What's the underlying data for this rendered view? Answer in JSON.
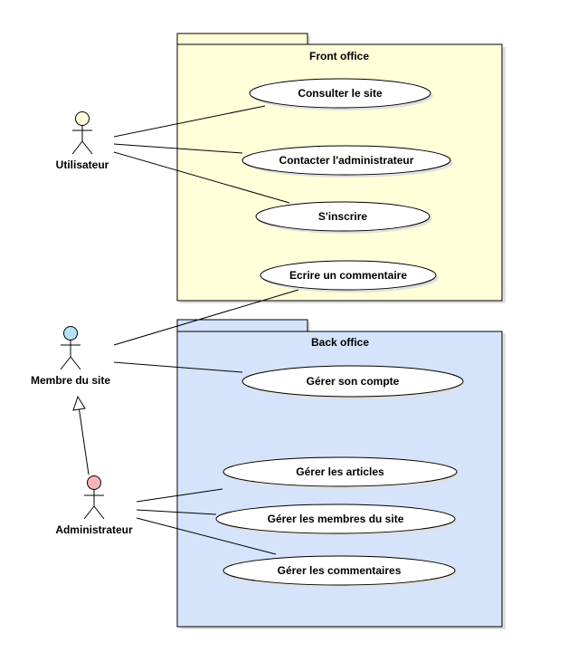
{
  "packages": {
    "front": {
      "title": "Front office",
      "fill": "#FFFFD9",
      "stroke": "#000000"
    },
    "back": {
      "title": "Back office",
      "fill": "#D5E3FB",
      "stroke": "#000000"
    }
  },
  "actors": {
    "utilisateur": {
      "label": "Utilisateur",
      "head_color": "#FFFFD9"
    },
    "membre": {
      "label": "Membre du site",
      "head_color": "#B6E3F7"
    },
    "administrateur": {
      "label": "Administrateur",
      "head_color": "#F8B4B8"
    }
  },
  "use_cases": {
    "consulter": "Consulter le site",
    "contacter": "Contacter l'administrateur",
    "inscrire": "S'inscrire",
    "ecrire": "Ecrire un commentaire",
    "compte": "Gérer son compte",
    "articles": "Gérer les articles",
    "membres": "Gérer les membres du site",
    "commentaires": "Gérer les commentaires"
  },
  "relationships": {
    "generalization": {
      "from": "administrateur",
      "to": "membre"
    },
    "associations": [
      {
        "actor": "utilisateur",
        "use_case": "consulter"
      },
      {
        "actor": "utilisateur",
        "use_case": "contacter"
      },
      {
        "actor": "utilisateur",
        "use_case": "inscrire"
      },
      {
        "actor": "membre",
        "use_case": "ecrire"
      },
      {
        "actor": "membre",
        "use_case": "compte"
      },
      {
        "actor": "administrateur",
        "use_case": "articles"
      },
      {
        "actor": "administrateur",
        "use_case": "membres"
      },
      {
        "actor": "administrateur",
        "use_case": "commentaires"
      }
    ]
  }
}
